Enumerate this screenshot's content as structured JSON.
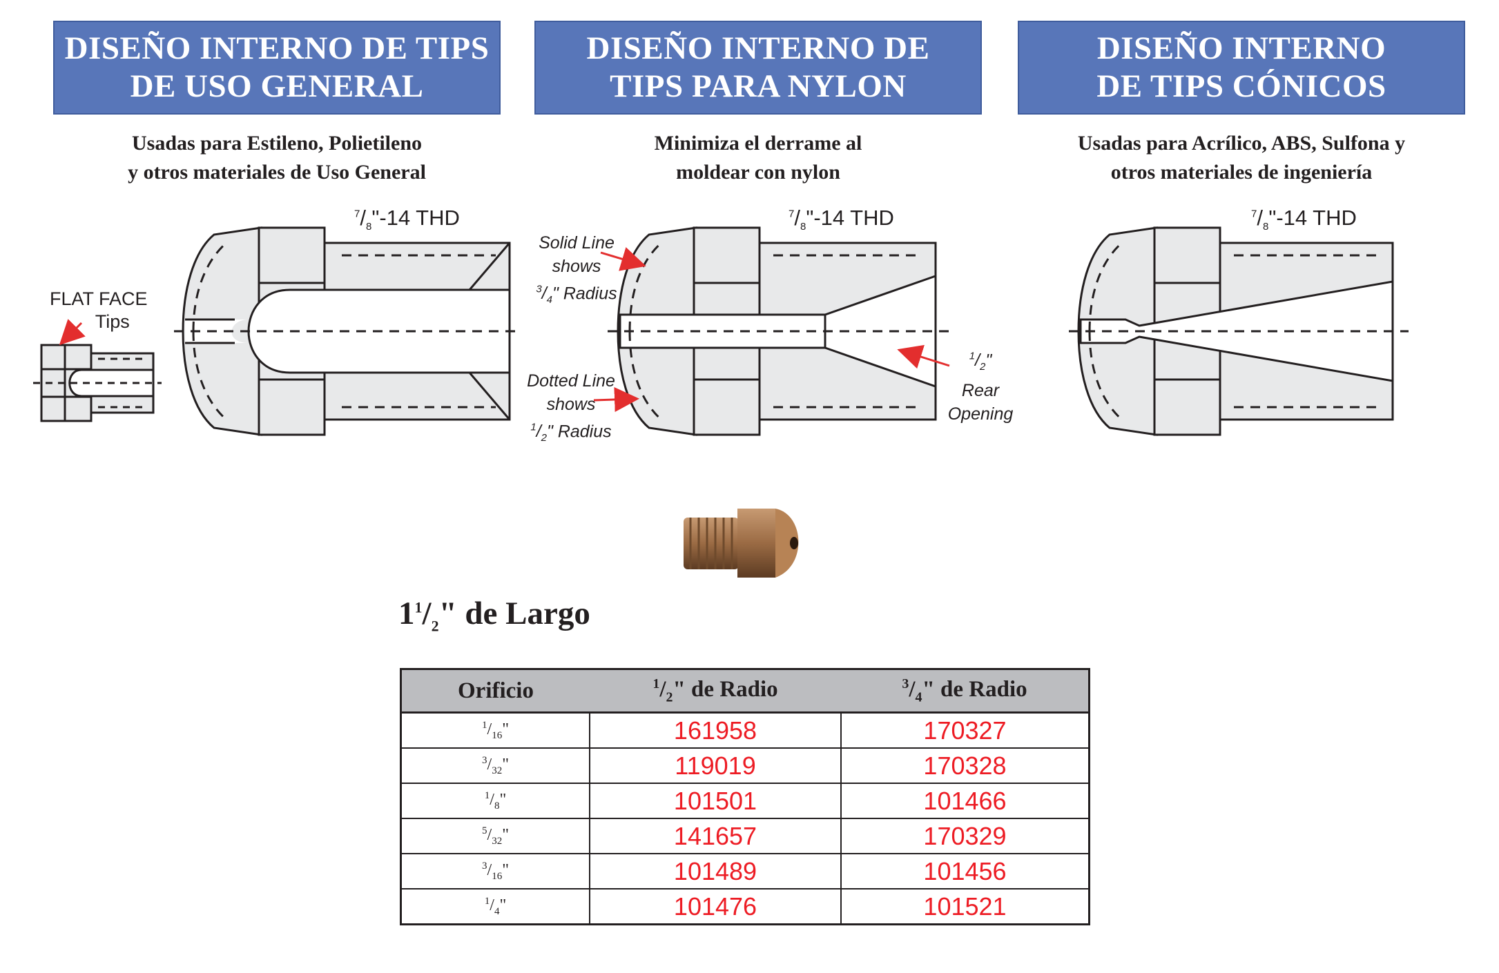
{
  "columns": [
    {
      "title_line1": "DISEÑO INTERNO DE TIPS",
      "title_line2": "DE USO GENERAL",
      "subtitle_line1": "Usadas para Estileno, Polietileno",
      "subtitle_line2": "y otros materiales de Uso General",
      "thread": "-14 THD",
      "callout_flat_face": "FLAT FACE",
      "callout_tips": "Tips"
    },
    {
      "title_line1": "DISEÑO INTERNO DE",
      "title_line2": "TIPS PARA NYLON",
      "subtitle_line1": "Minimiza el derrame al",
      "subtitle_line2": "moldear con nylon",
      "thread": "-14 THD",
      "solid_line": [
        "Solid Line",
        "shows",
        "Radius"
      ],
      "dotted_line": [
        "Dotted Line",
        "shows",
        "Radius"
      ],
      "rear_opening": [
        "Rear",
        "Opening"
      ]
    },
    {
      "title_line1": "DISEÑO INTERNO",
      "title_line2": "DE  TIPS CÓNICOS",
      "subtitle_line1": "Usadas para Acrílico, ABS, Sulfona y",
      "subtitle_line2": "otros materiales de ingeniería",
      "thread": "-14 THD"
    }
  ],
  "length_title": "\" de Largo",
  "table": {
    "headers": [
      "Orificio",
      "\" de Radio",
      "\" de Radio"
    ],
    "rows": [
      {
        "orificio_num": "1",
        "orificio_den": "16",
        "r12": "161958",
        "r34": "170327"
      },
      {
        "orificio_num": "3",
        "orificio_den": "32",
        "r12": "119019",
        "r34": "170328"
      },
      {
        "orificio_num": "1",
        "orificio_den": "8",
        "r12": "101501",
        "r34": "101466"
      },
      {
        "orificio_num": "5",
        "orificio_den": "32",
        "r12": "141657",
        "r34": "170329"
      },
      {
        "orificio_num": "3",
        "orificio_den": "16",
        "r12": "101489",
        "r34": "101456"
      },
      {
        "orificio_num": "1",
        "orificio_den": "4",
        "r12": "101476",
        "r34": "101521"
      }
    ]
  },
  "colors": {
    "banner": "#5876b9",
    "part_number": "#ed1c24",
    "table_header": "#bcbdc0",
    "arrow": "#e32e2e"
  }
}
